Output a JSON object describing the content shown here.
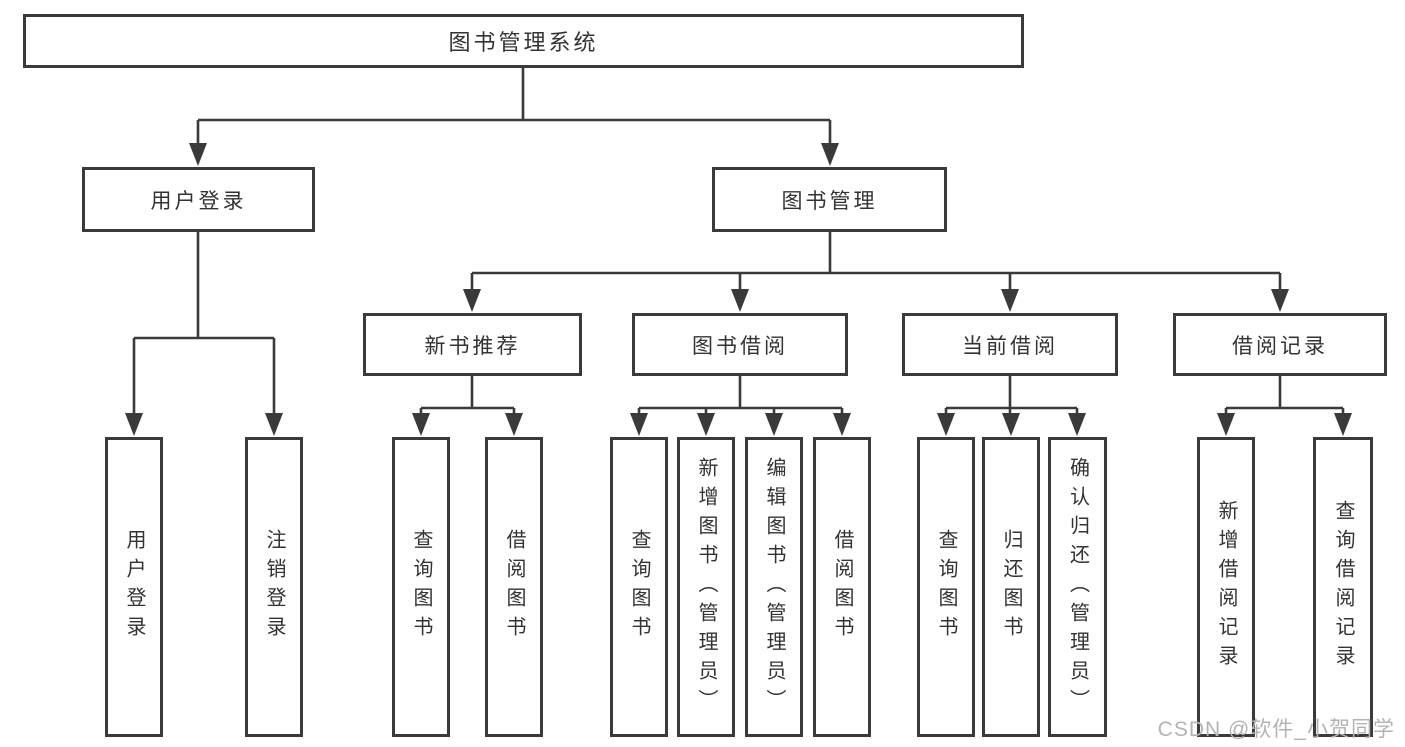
{
  "tree": {
    "root": {
      "label": "图书管理系统"
    },
    "branches": [
      {
        "label": "用户登录",
        "children": [
          {
            "label": "用户登录"
          },
          {
            "label": "注销登录"
          }
        ]
      },
      {
        "label": "图书管理",
        "sections": [
          {
            "label": "新书推荐",
            "children": [
              {
                "label": "查询图书"
              },
              {
                "label": "借阅图书"
              }
            ]
          },
          {
            "label": "图书借阅",
            "children": [
              {
                "label": "查询图书"
              },
              {
                "label": "新增图书（管理员）"
              },
              {
                "label": "编辑图书（管理员）"
              },
              {
                "label": "借阅图书"
              }
            ]
          },
          {
            "label": "当前借阅",
            "children": [
              {
                "label": "查询图书"
              },
              {
                "label": "归还图书"
              },
              {
                "label": "确认归还（管理员）"
              }
            ]
          },
          {
            "label": "借阅记录",
            "children": [
              {
                "label": "新增借阅记录"
              },
              {
                "label": "查询借阅记录"
              }
            ]
          }
        ]
      }
    ]
  },
  "watermark": {
    "text": "CSDN @软件_小贺同学"
  },
  "colors": {
    "line": "#3a3a3a",
    "text": "#333333",
    "watermark": "#b3b3b3",
    "background": "#ffffff"
  }
}
